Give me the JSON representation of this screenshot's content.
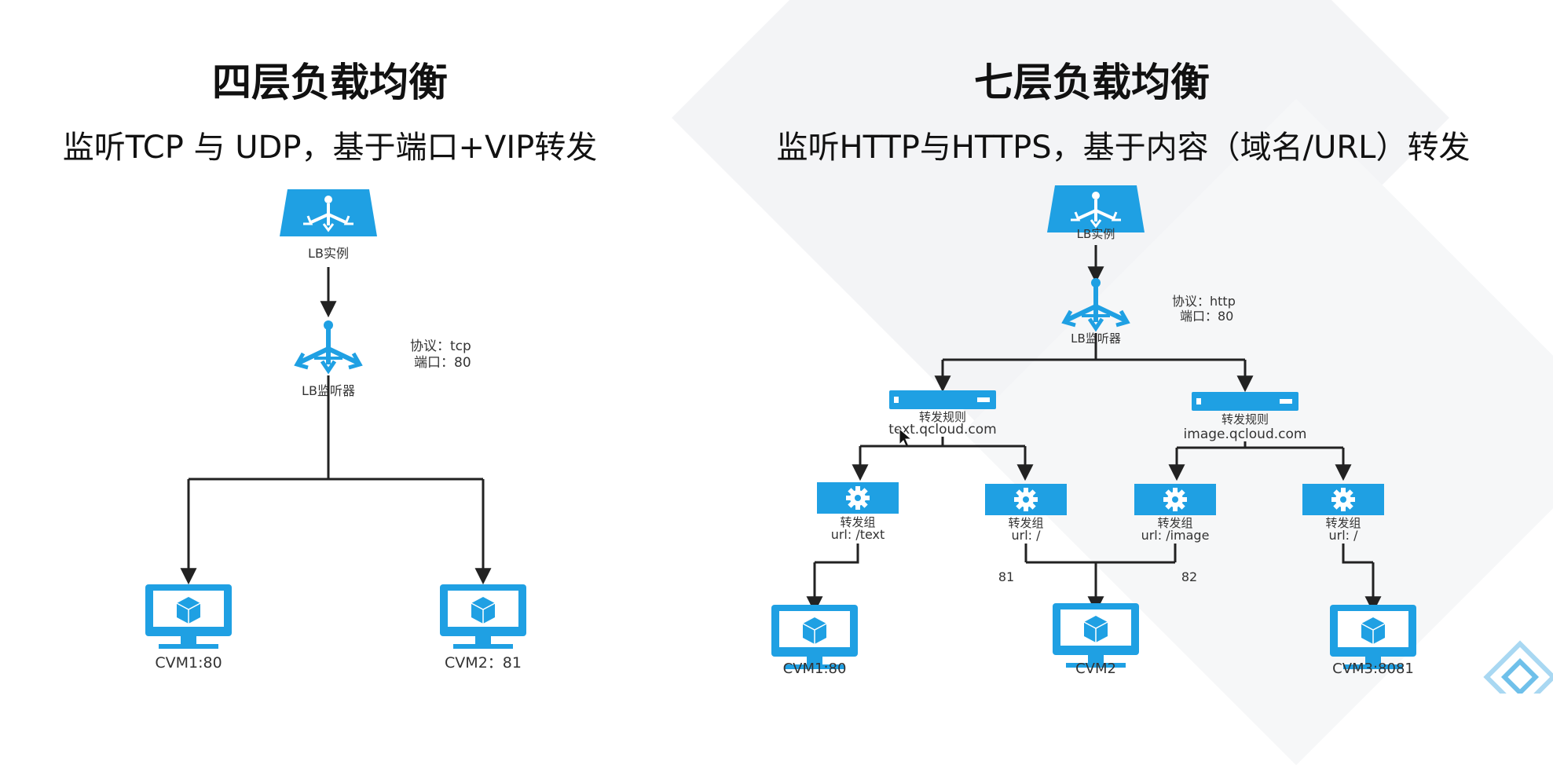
{
  "left": {
    "title": "四层负载均衡",
    "subtitle": "监听TCP 与 UDP，基于端口+VIP转发",
    "lb_instance": "LB实例",
    "lb_listener": "LB监听器",
    "protocol": "协议：tcp",
    "port": "端口：80",
    "cvm1": "CVM1:80",
    "cvm2": "CVM2：81"
  },
  "right": {
    "title": "七层负载均衡",
    "subtitle": "监听HTTP与HTTPS，基于内容（域名/URL）转发",
    "lb_instance": "LB实例",
    "lb_listener": "LB监听器",
    "protocol": "协议：http",
    "port": "端口：80",
    "rule1": {
      "name": "转发规则",
      "domain": "text.qcloud.com"
    },
    "rule2": {
      "name": "转发规则",
      "domain": "image.qcloud.com"
    },
    "groups": [
      {
        "name": "转发组",
        "url": "url: /text"
      },
      {
        "name": "转发组",
        "url": "url: /"
      },
      {
        "name": "转发组",
        "url": "url: /image"
      },
      {
        "name": "转发组",
        "url": "url: /"
      }
    ],
    "port_labels": [
      "81",
      "82"
    ],
    "cvm1": "CVM1:80",
    "cvm2": "CVM2",
    "cvm3": "CVM3:8081"
  },
  "colors": {
    "accent": "#1fa0e3",
    "line": "#222222",
    "background_shape": "#f3f4f6"
  },
  "icons": [
    "lb-instance-icon",
    "lb-listener-icon",
    "forwarding-rule-icon",
    "gear-icon",
    "monitor-cube-icon"
  ]
}
